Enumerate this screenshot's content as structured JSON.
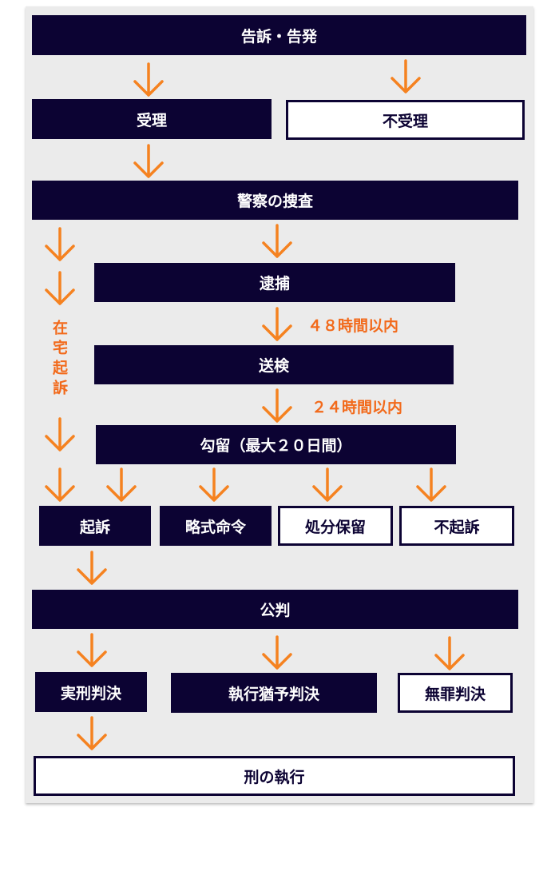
{
  "colors": {
    "box": "#0c0333",
    "arrow": "#f58220",
    "note": "#f26a1b",
    "panel": "#ebebeb"
  },
  "boxes": {
    "complaint": "告訴・告発",
    "accepted": "受理",
    "rejected": "不受理",
    "police_investigation": "警察の捜査",
    "arrest": "逮捕",
    "referral": "送検",
    "detention": "勾留（最大２０日間）",
    "indictment": "起訴",
    "summary_order": "略式命令",
    "disposition_pending": "処分保留",
    "non_prosecution": "不起訴",
    "trial": "公判",
    "prison_sentence": "実刑判決",
    "suspended_sentence": "執行猶予判決",
    "acquittal": "無罪判決",
    "execution": "刑の執行"
  },
  "notes": {
    "within_48h": "４８時間以内",
    "within_24h": "２４時間以内",
    "indictment_without_arrest": "在宅起訴"
  }
}
